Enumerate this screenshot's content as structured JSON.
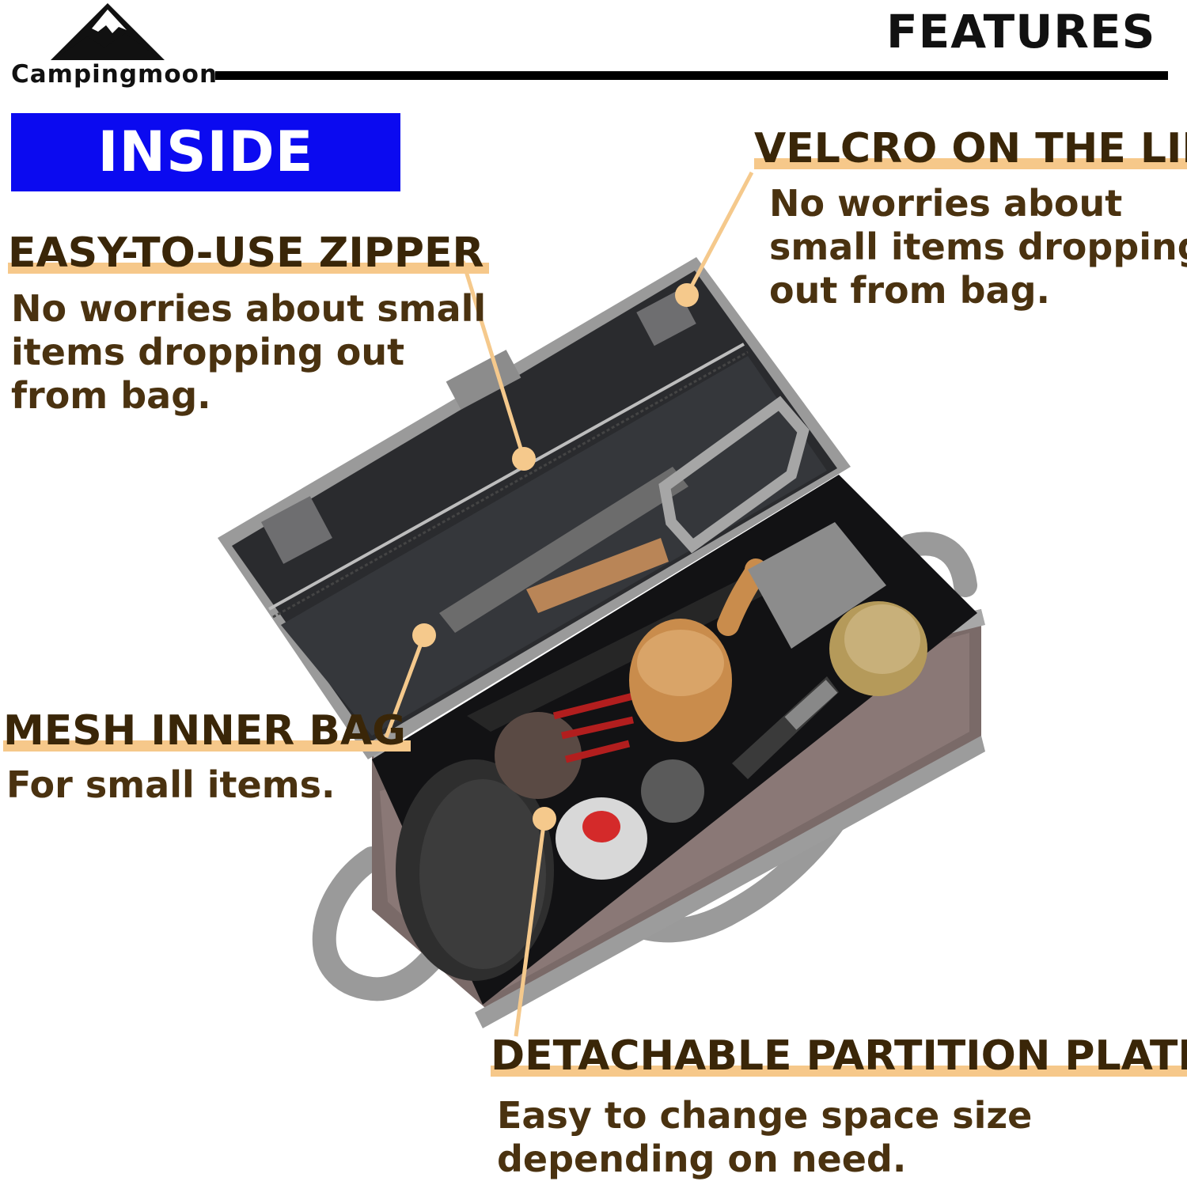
{
  "brand": {
    "name": "Campingmoon"
  },
  "header": {
    "title": "FEATURES"
  },
  "badge": {
    "label": "INSIDE"
  },
  "features": [
    {
      "title": "EASY-TO-USE ZIPPER",
      "lines": [
        "No worries about small",
        "items dropping out",
        "from bag."
      ]
    },
    {
      "title": "VELCRO ON THE LID",
      "lines": [
        "No worries about",
        "small items dropping",
        "out from bag."
      ]
    },
    {
      "title": "MESH INNER BAG",
      "lines": [
        "For small items."
      ]
    },
    {
      "title": "DETACHABLE PARTITION PLATE",
      "lines": [
        "Easy to change space size",
        "depending on need."
      ]
    }
  ],
  "colors": {
    "badge_bg": "#0b0af0",
    "title_text": "#3a2608",
    "highlight": "#f6c88a",
    "callout_line": "#f5c98c",
    "rule": "#000000"
  }
}
